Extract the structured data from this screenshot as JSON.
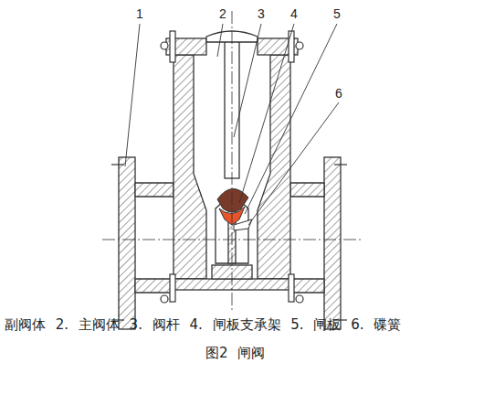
{
  "diagram": {
    "caption": "图2 闸阀",
    "labels": [
      "1",
      "2",
      "3",
      "4",
      "5",
      "6",
      "副阀体 2. 主阀体 3. 阀杆 4. 闸板支承架 5. 闸板 6. 碟簧"
    ]
  }
}
